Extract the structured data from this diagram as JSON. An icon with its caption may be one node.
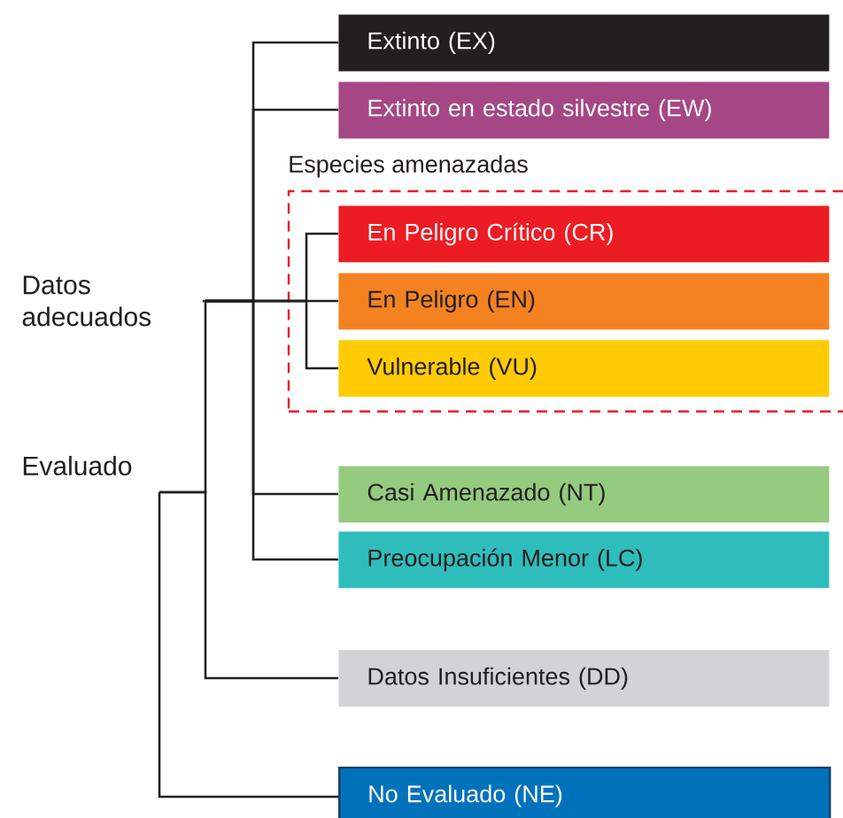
{
  "diagram": {
    "nodes": [
      {
        "text": [
          "Extinto (EX)"
        ]
      },
      {
        "text": [
          "Extinto en estado silvestre (EW)"
        ]
      },
      {
        "text": [
          "Especies amenazadas"
        ]
      },
      {
        "text": [
          "En Peligro Crítico (CR)"
        ],
        "in": 2
      },
      {
        "text": [
          "En Peligro (EN)"
        ],
        "in": 2
      },
      {
        "text": [
          "Vulnerable (VU)"
        ],
        "in": 2
      },
      {
        "text": [
          "Datos adecuados"
        ]
      },
      {
        "text": [
          "Evaluado"
        ]
      },
      {
        "text": [
          "Casi Amenazado (NT)"
        ]
      },
      {
        "text": [
          "Preocupación Menor (LC)"
        ]
      },
      {
        "text": [
          "Datos Insuficientes (DD)"
        ]
      },
      {
        "text": [
          "No Evaluado (NE)"
        ]
      }
    ],
    "edges": [
      {
        "from": 7,
        "to": 6,
        "arrow": "none"
      },
      {
        "from": 7,
        "to": 10,
        "arrow": "none"
      },
      {
        "from": 7,
        "to": 11,
        "arrow": "none"
      },
      {
        "from": 6,
        "to": 0,
        "arrow": "none"
      },
      {
        "from": 6,
        "to": 1,
        "arrow": "none"
      },
      {
        "from": 6,
        "to": 3,
        "arrow": "none"
      },
      {
        "from": 6,
        "to": 4,
        "arrow": "none"
      },
      {
        "from": 6,
        "to": 5,
        "arrow": "none"
      },
      {
        "from": 6,
        "to": 8,
        "arrow": "none"
      },
      {
        "from": 6,
        "to": 9,
        "arrow": "none"
      }
    ]
  }
}
